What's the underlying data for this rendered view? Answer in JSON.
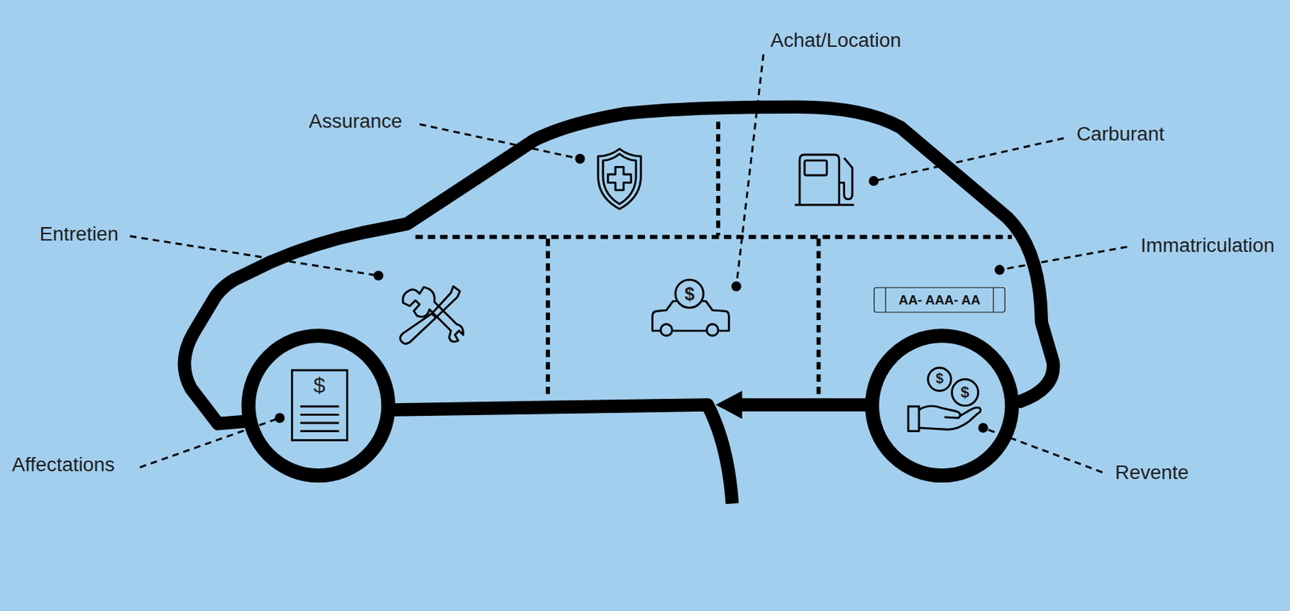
{
  "diagram": {
    "nodes": [
      {
        "text": [
          "AA- AAA- AA"
        ]
      }
    ],
    "labels": [
      "Achat/Location",
      "Assurance",
      "Carburant",
      "Entretien",
      "Immatriculation",
      "$",
      "$",
      "$",
      "$",
      "Affectations",
      "Revente"
    ]
  }
}
